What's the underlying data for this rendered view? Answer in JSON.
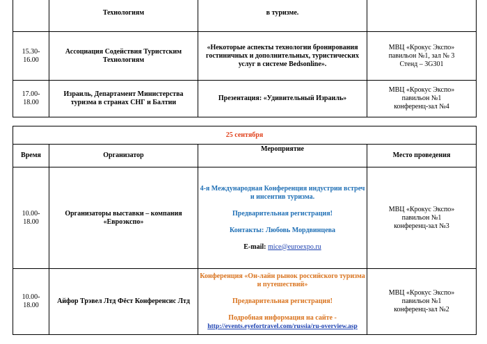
{
  "table1": {
    "rows": [
      {
        "time": "",
        "organizer": "Технологиям",
        "event": "в туризме.",
        "place": []
      },
      {
        "time": "15.30-16.00",
        "organizer": "Ассоциация Содействия Туристским Технологиям",
        "event": "«Некоторые аспекты технологии бронирования гостиничных и дополнительных, туристических услуг в системе Bedsonline».",
        "place": [
          "МВЦ «Крокус Экспо»",
          "павильон №1, зал № 3",
          "Стенд – 3G301"
        ]
      },
      {
        "time": "17.00-18.00",
        "organizer": "Израиль, Департамент Министерства туризма в странах СНГ и Балтии",
        "event": "Презентация: «Удивительный Израиль»",
        "place": [
          "МВЦ «Крокус Экспо»",
          "павильон №1",
          "конференц-зал №4"
        ]
      }
    ]
  },
  "table2": {
    "date": "25 сентября",
    "headers": {
      "time": "Время",
      "organizer": "Организатор",
      "event": "Мероприятие",
      "place": "Место проведения"
    },
    "row1": {
      "time": "10.00-18.00",
      "organizer": "Организаторы выставки – компания «Евроэкспо»",
      "event_title": "4-я Международная Конференция индустрии встреч и инсентив туризма.",
      "event_reg": "Предварительная регистрация!",
      "event_contacts": "Контакты: Любовь Мордвинцева",
      "email_label": "E-mail:",
      "email": "mice@euroexpo.ru",
      "place": [
        "МВЦ «Крокус Экспо»",
        "павильон №1",
        "конференц-зал №3"
      ]
    },
    "row2": {
      "time": "10.00-18.00",
      "organizer": "Айфор Трэвел Лтд Фёст Конференсис Лтд",
      "event_title": "Конференция «Он-лайн рынок российского туризма и путешествий»",
      "event_reg": "Предварительная регистрация!",
      "event_info": "Подробная информация на сайте -",
      "event_link": "http://events.eyefortravel.com/russia/ru-overview.asp",
      "place": [
        "МВЦ «Крокус Экспо»",
        "павильон №1",
        "конференц-зал №2"
      ]
    }
  },
  "colors": {
    "date": "#e0401b",
    "blue_text": "#1f6fb5",
    "orange_text": "#d9731e",
    "link": "#1a3fb0"
  }
}
